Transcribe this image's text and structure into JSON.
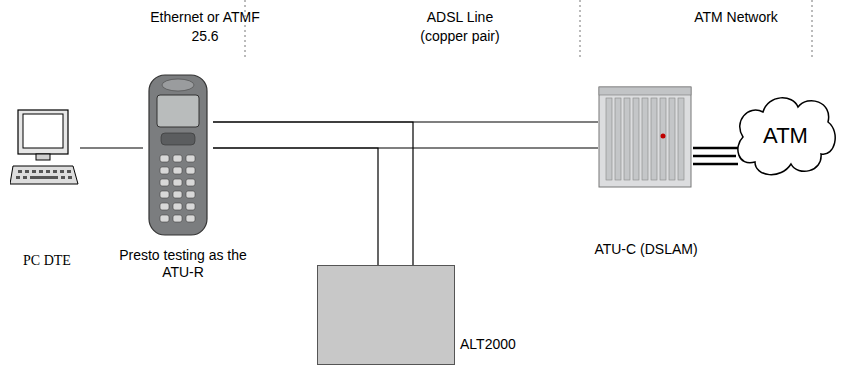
{
  "diagram": {
    "nodes": [
      {
        "text": [
          "PC DTE"
        ]
      },
      {
        "text": [
          "Presto testing as the ATU-R"
        ]
      },
      {
        "text": [
          "ALT2000"
        ]
      },
      {
        "text": [
          "ATU-C (DSLAM)"
        ]
      },
      {
        "text": [
          "ATM"
        ]
      }
    ],
    "edges": [
      {
        "from": 0,
        "to": 1,
        "arrow": "none"
      },
      {
        "from": 1,
        "to": 3,
        "arrow": "none"
      },
      {
        "from": 1,
        "to": 2,
        "arrow": "none"
      },
      {
        "from": 3,
        "to": 4,
        "arrow": "none"
      }
    ],
    "labels": [
      "Ethernet or ATMF 25.6",
      "ADSL Line (copper pair)",
      "ATM Network"
    ]
  }
}
